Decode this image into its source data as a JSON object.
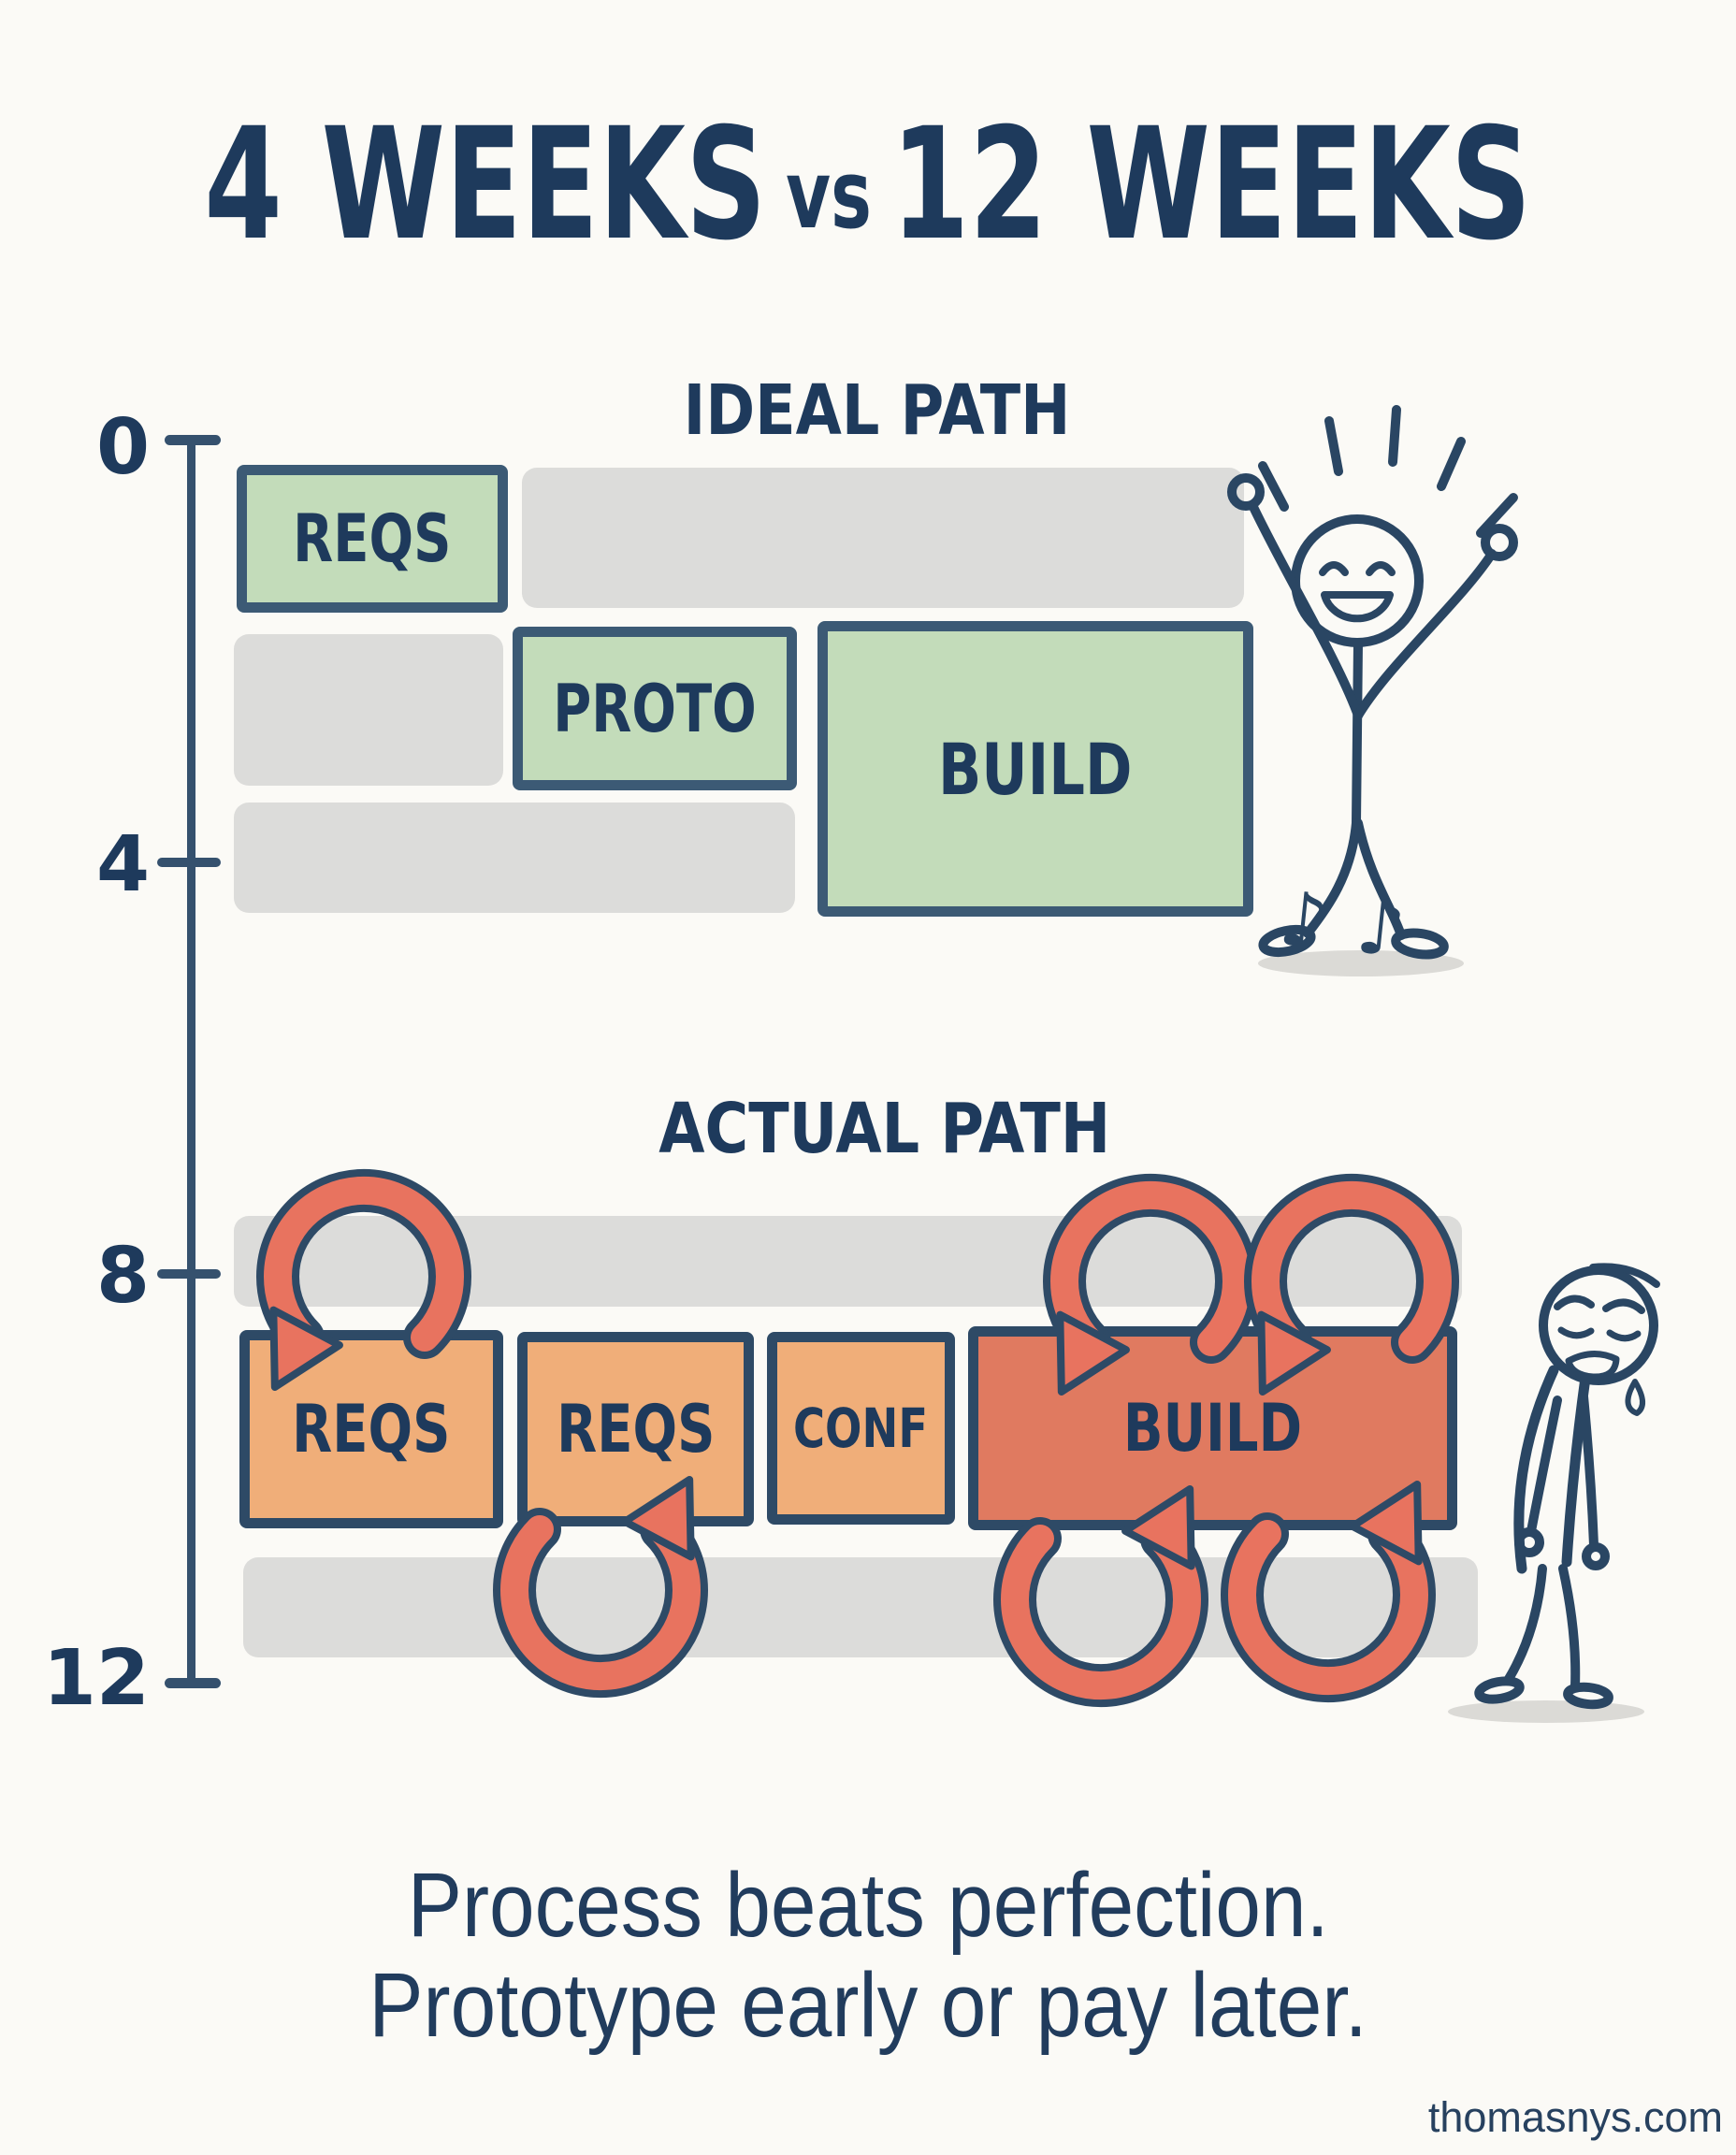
{
  "title": {
    "left": "4 WEEKS",
    "vs": "vs",
    "right": "12 WEEKS"
  },
  "axis": {
    "unit": "weeks",
    "tick0": "0",
    "tick4": "4",
    "tick8": "8",
    "tick12": "12"
  },
  "ideal": {
    "heading": "IDEAL PATH",
    "reqs": "REQS",
    "proto": "PROTO",
    "build": "BUILD"
  },
  "actual": {
    "heading": "ACTUAL PATH",
    "reqs1": "REQS",
    "reqs2": "REQS",
    "conf": "CONF",
    "build": "BUILD"
  },
  "caption": {
    "line1": "Process beats perfection.",
    "line2": "Prototype early or pay later."
  },
  "watermark": "thomasnys.com",
  "decorations": {
    "music_notes": "♪ ♪"
  },
  "colors": {
    "navy": "#1e3a5c",
    "green": "#c3dcba",
    "orange": "#f0ae79",
    "red": "#e07a60",
    "loop_red": "#e8735f",
    "gray_band": "#dcdcda",
    "background": "#fbfaf6"
  },
  "chart_data": {
    "type": "gantt",
    "title": "4 WEEKS vs 12 WEEKS",
    "time_axis": {
      "orientation": "vertical",
      "unit": "weeks",
      "ticks": [
        0,
        4,
        8,
        12
      ],
      "range": [
        0,
        12
      ]
    },
    "sections": [
      {
        "name": "IDEAL PATH",
        "total_weeks": 4,
        "mood": "happy",
        "bar_color": "green",
        "phases": [
          {
            "name": "REQS",
            "start_week": 0.2,
            "end_week": 1.6,
            "rework_loops": 0
          },
          {
            "name": "PROTO",
            "start_week": 1.8,
            "end_week": 3.4,
            "rework_loops": 0
          },
          {
            "name": "BUILD",
            "start_week": 1.8,
            "end_week": 4.6,
            "rework_loops": 0
          }
        ]
      },
      {
        "name": "ACTUAL PATH",
        "total_weeks": 12,
        "mood": "sad",
        "bar_color": "orange-red",
        "phases": [
          {
            "name": "REQS",
            "start_week": 8.6,
            "end_week": 10.5,
            "rework_loops": 1
          },
          {
            "name": "REQS",
            "start_week": 8.6,
            "end_week": 10.5,
            "rework_loops": 1
          },
          {
            "name": "CONF",
            "start_week": 8.6,
            "end_week": 10.5,
            "rework_loops": 0
          },
          {
            "name": "BUILD",
            "start_week": 8.5,
            "end_week": 10.5,
            "rework_loops": 4
          }
        ]
      }
    ],
    "annotations": [
      "Process beats perfection.",
      "Prototype early or pay later."
    ]
  }
}
